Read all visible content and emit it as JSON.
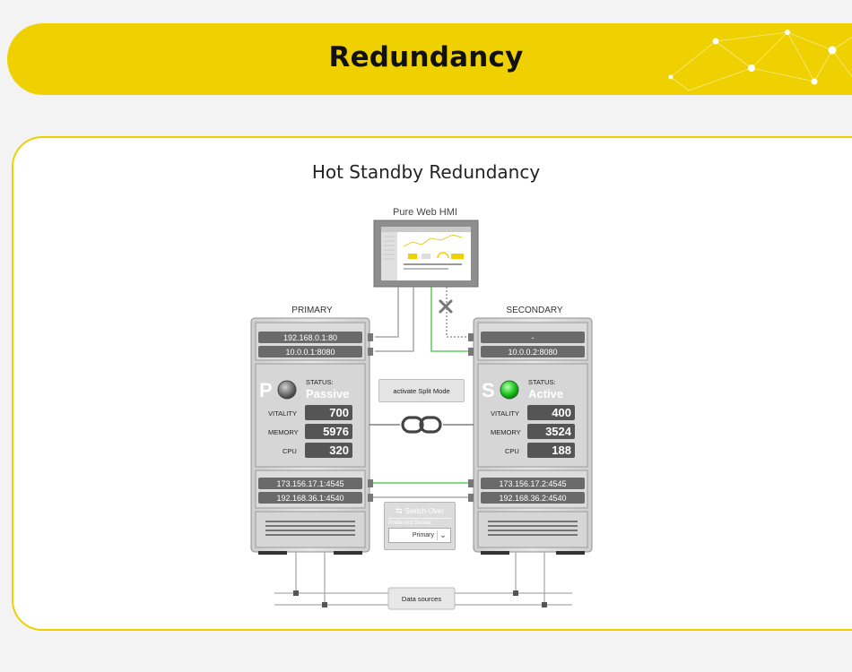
{
  "header": {
    "title": "Redundancy"
  },
  "card": {
    "title": "Hot Standby Redundancy"
  },
  "diagram": {
    "hmi_label": "Pure Web HMI",
    "primary": {
      "label": "PRIMARY",
      "ip1": "192.168.0.1:80",
      "ip2": "10.0.0.1:8080",
      "letter": "P",
      "status_label": "STATUS:",
      "status": "Passive",
      "vitality_label": "VITALITY",
      "vitality": "700",
      "memory_label": "MEMORY",
      "memory": "5976",
      "cpu_label": "CPU",
      "cpu": "320",
      "ip3": "173.156.17.1:4545",
      "ip4": "192.168.36.1:4540"
    },
    "secondary": {
      "label": "SECONDARY",
      "ip1": "-",
      "ip2": "10.0.0.2:8080",
      "letter": "S",
      "status_label": "STATUS:",
      "status": "Active",
      "vitality_label": "VITALITY",
      "vitality": "400",
      "memory_label": "MEMORY",
      "memory": "3524",
      "cpu_label": "CPU",
      "cpu": "188",
      "ip3": "173.156.17.2:4545",
      "ip4": "192.168.36.2:4540"
    },
    "split_button": "activate Split Mode",
    "switchover": {
      "title": "Switch-Over",
      "preferred_label": "Preferred Server:",
      "selected": "Primary"
    },
    "data_sources": "Data sources",
    "icons": [
      "link-icon",
      "disconnect-x-icon",
      "swap-arrows-icon",
      "chevron-down-icon",
      "status-led-icon"
    ],
    "colors": {
      "brand_yellow": "#efd000",
      "active_green": "#22cc22",
      "passive_grey": "#666666",
      "link_green": "#33c233"
    }
  }
}
